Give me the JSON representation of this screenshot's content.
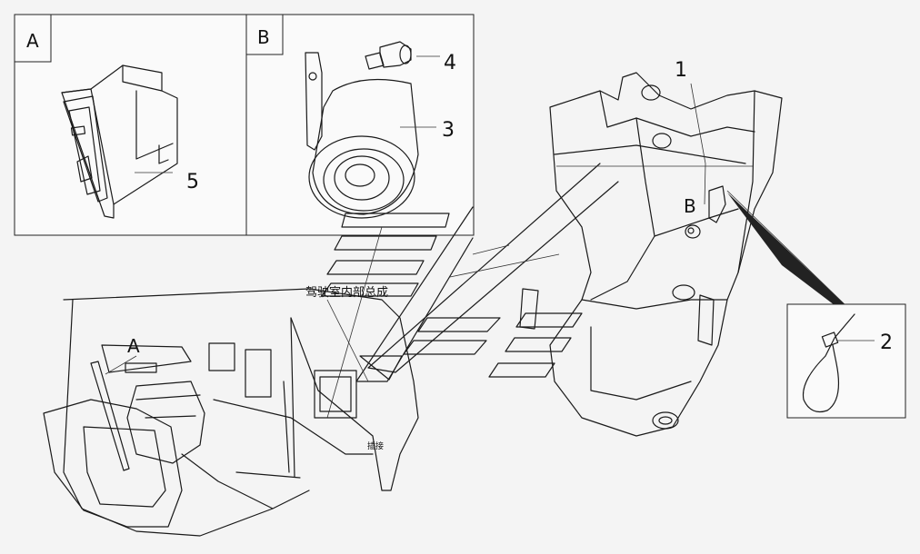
{
  "detail_views": {
    "a": {
      "label": "A",
      "callouts": [
        "5"
      ]
    },
    "b": {
      "label": "B",
      "callouts": [
        "4",
        "3"
      ]
    },
    "tie": {
      "callouts": [
        "2"
      ]
    }
  },
  "main_view": {
    "label_a": "A",
    "label_b": "B",
    "callout_1": "1",
    "assembly_note": "驾驶室内部总成",
    "small_note": "插接"
  }
}
